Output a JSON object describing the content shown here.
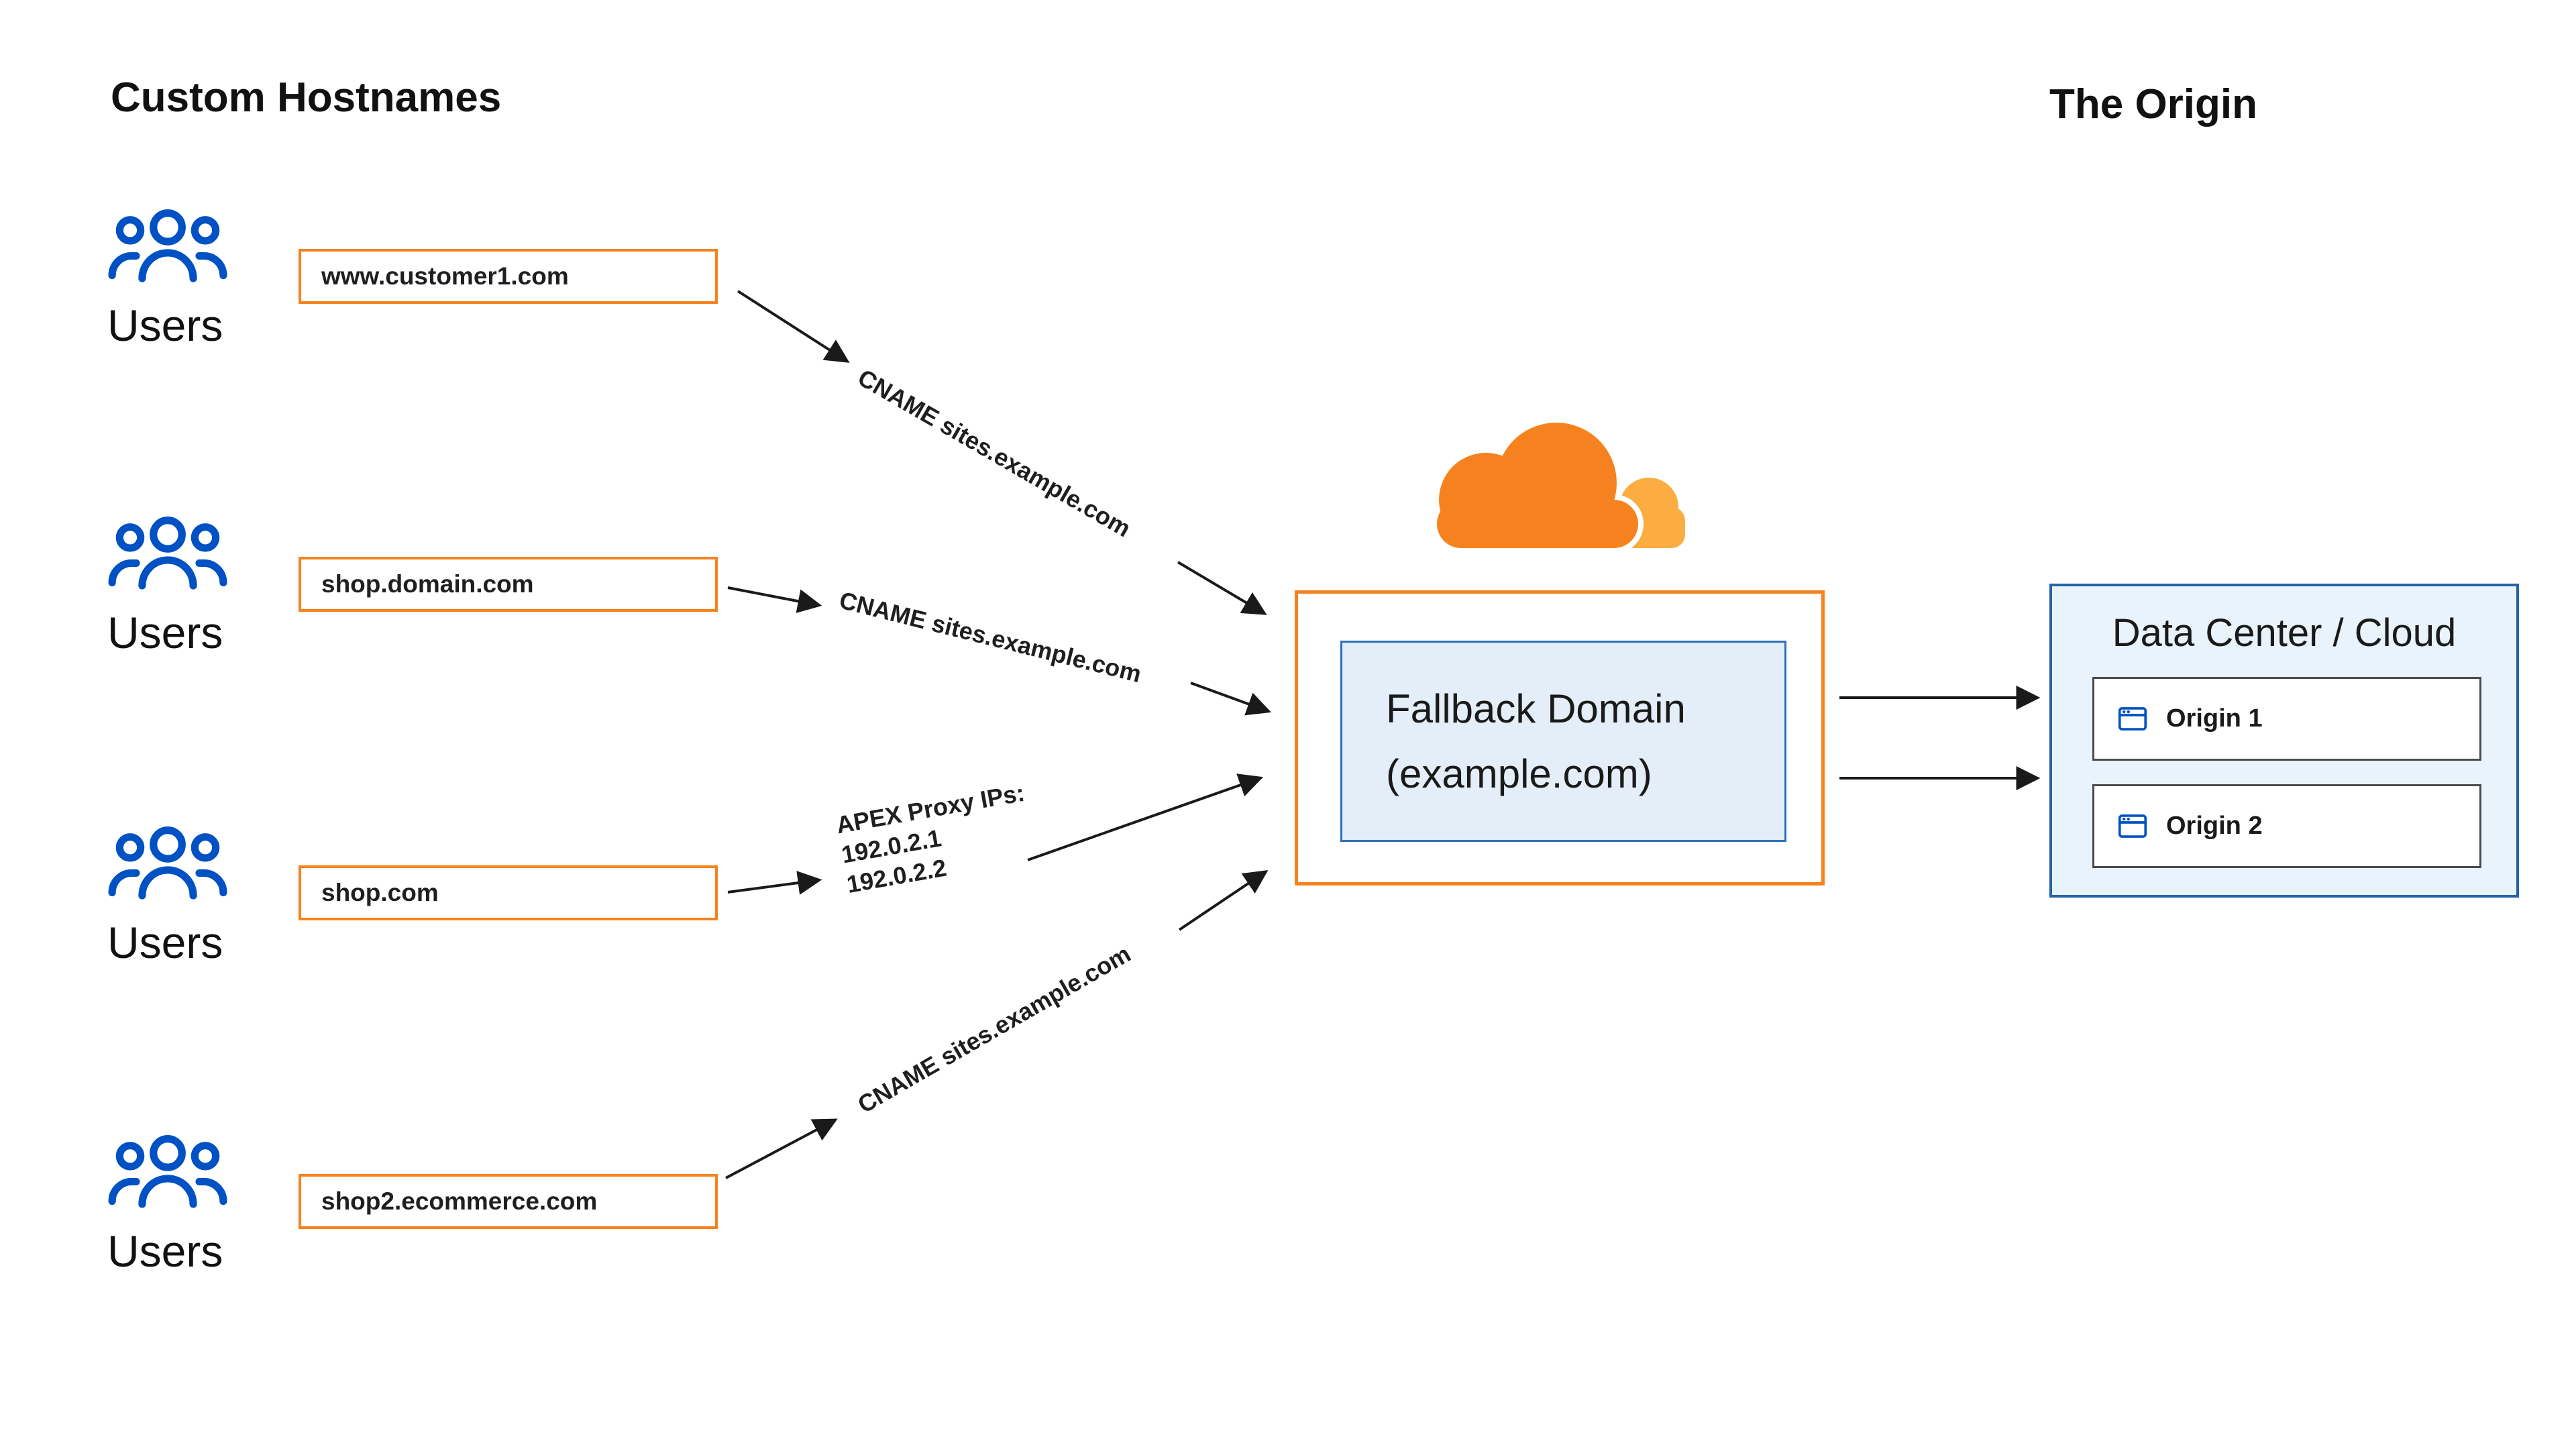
{
  "headings": {
    "left": "Custom Hostnames",
    "right": "The Origin"
  },
  "users_label": "Users",
  "hostnames": [
    {
      "label": "www.customer1.com"
    },
    {
      "label": "shop.domain.com"
    },
    {
      "label": "shop.com"
    },
    {
      "label": "shop2.ecommerce.com"
    }
  ],
  "arrows": {
    "cname1": "CNAME sites.example.com",
    "cname2": "CNAME sites.example.com",
    "apex": {
      "line1": "APEX Proxy IPs:",
      "line2": "192.0.2.1",
      "line3": "192.0.2.2"
    },
    "cname4": "CNAME sites.example.com"
  },
  "fallback": {
    "line1": "Fallback Domain",
    "line2": "(example.com)"
  },
  "origin": {
    "title": "Data Center / Cloud",
    "items": [
      {
        "label": "Origin 1"
      },
      {
        "label": "Origin 2"
      }
    ]
  },
  "icons": {
    "users": "users-group-icon",
    "browser": "browser-window-icon",
    "logo": "cloudflare-logo"
  },
  "colors": {
    "orange": "#F6821F",
    "light_orange": "#FBAD41",
    "blue": "#0051C3",
    "inner_box_border": "#2E70B8",
    "inner_box_fill": "#E3EEF9",
    "datacenter_border": "#2563A8",
    "datacenter_fill": "#E8F3FC",
    "line": "#1A1A1A"
  }
}
